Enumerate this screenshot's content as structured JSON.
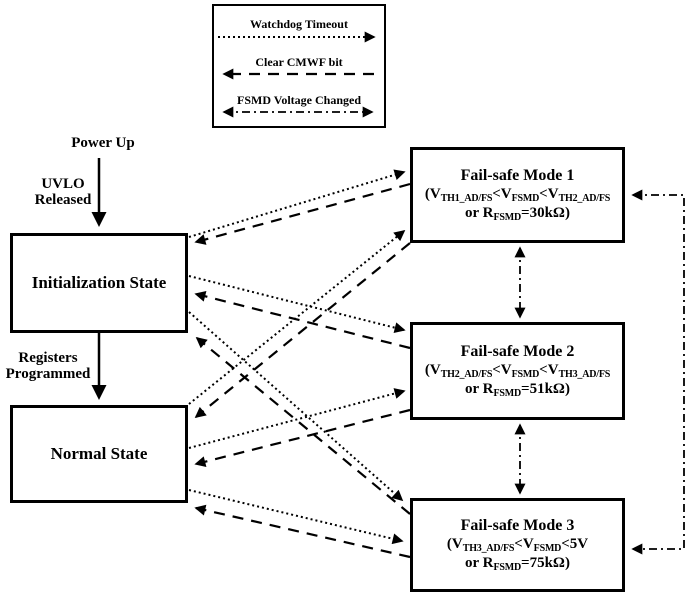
{
  "page": {
    "background": "#ffffff",
    "ink": "#000000"
  },
  "legend": {
    "items": [
      {
        "label": "Watchdog Timeout",
        "line_style": "dotted",
        "direction": "right"
      },
      {
        "label": "Clear CMWF bit",
        "line_style": "dashed",
        "direction": "left"
      },
      {
        "label": "FSMD Voltage Changed",
        "line_style": "dash-dot",
        "direction": "both"
      }
    ]
  },
  "left_flow": {
    "power_up": "Power Up",
    "uvlo_line1": "UVLO",
    "uvlo_line2": "Released",
    "init_state": "Initialization State",
    "registers_line1": "Registers",
    "registers_line2": "Programmed",
    "normal_state": "Normal State"
  },
  "modes": [
    {
      "title": "Fail-safe Mode 1",
      "cond": [
        "(V",
        "TH1_AD/FS",
        "<V",
        "FSMD",
        "<V",
        "TH2_AD/FS"
      ],
      "res": [
        "or R",
        "FSMD",
        "=30kΩ)"
      ]
    },
    {
      "title": "Fail-safe Mode 2",
      "cond": [
        "(V",
        "TH2_AD/FS",
        "<V",
        "FSMD",
        "<V",
        "TH3_AD/FS"
      ],
      "res": [
        "or R",
        "FSMD",
        "=51kΩ)"
      ]
    },
    {
      "title": "Fail-safe Mode 3",
      "cond": [
        "(V",
        "TH3_AD/FS",
        "<V",
        "FSMD",
        "<5V"
      ],
      "res": [
        "or R",
        "FSMD",
        "=75kΩ)"
      ]
    }
  ],
  "transitions": [
    {
      "from": "Power Up",
      "to": "Initialization State",
      "event": "UVLO Released",
      "style": "solid"
    },
    {
      "from": "Initialization State",
      "to": "Normal State",
      "event": "Registers Programmed",
      "style": "solid"
    },
    {
      "from": "Initialization State",
      "to": "Fail-safe Mode 1",
      "event": "Watchdog Timeout",
      "style": "dotted"
    },
    {
      "from": "Initialization State",
      "to": "Fail-safe Mode 2",
      "event": "Watchdog Timeout",
      "style": "dotted"
    },
    {
      "from": "Initialization State",
      "to": "Fail-safe Mode 3",
      "event": "Watchdog Timeout",
      "style": "dotted"
    },
    {
      "from": "Normal State",
      "to": "Fail-safe Mode 1",
      "event": "Watchdog Timeout",
      "style": "dotted"
    },
    {
      "from": "Normal State",
      "to": "Fail-safe Mode 2",
      "event": "Watchdog Timeout",
      "style": "dotted"
    },
    {
      "from": "Normal State",
      "to": "Fail-safe Mode 3",
      "event": "Watchdog Timeout",
      "style": "dotted"
    },
    {
      "from": "Fail-safe Mode 1",
      "to": "Initialization State",
      "event": "Clear CMWF bit",
      "style": "dashed"
    },
    {
      "from": "Fail-safe Mode 2",
      "to": "Initialization State",
      "event": "Clear CMWF bit",
      "style": "dashed"
    },
    {
      "from": "Fail-safe Mode 3",
      "to": "Initialization State",
      "event": "Clear CMWF bit",
      "style": "dashed"
    },
    {
      "from": "Fail-safe Mode 1",
      "to": "Normal State",
      "event": "Clear CMWF bit",
      "style": "dashed"
    },
    {
      "from": "Fail-safe Mode 2",
      "to": "Normal State",
      "event": "Clear CMWF bit",
      "style": "dashed"
    },
    {
      "from": "Fail-safe Mode 3",
      "to": "Normal State",
      "event": "Clear CMWF bit",
      "style": "dashed"
    },
    {
      "from": "Fail-safe Mode 1",
      "to": "Fail-safe Mode 2",
      "event": "FSMD Voltage Changed",
      "style": "dash-dot",
      "bidirectional": true
    },
    {
      "from": "Fail-safe Mode 2",
      "to": "Fail-safe Mode 3",
      "event": "FSMD Voltage Changed",
      "style": "dash-dot",
      "bidirectional": true
    },
    {
      "from": "Fail-safe Mode 1",
      "to": "Fail-safe Mode 3",
      "event": "FSMD Voltage Changed",
      "style": "dash-dot",
      "bidirectional": true
    }
  ]
}
